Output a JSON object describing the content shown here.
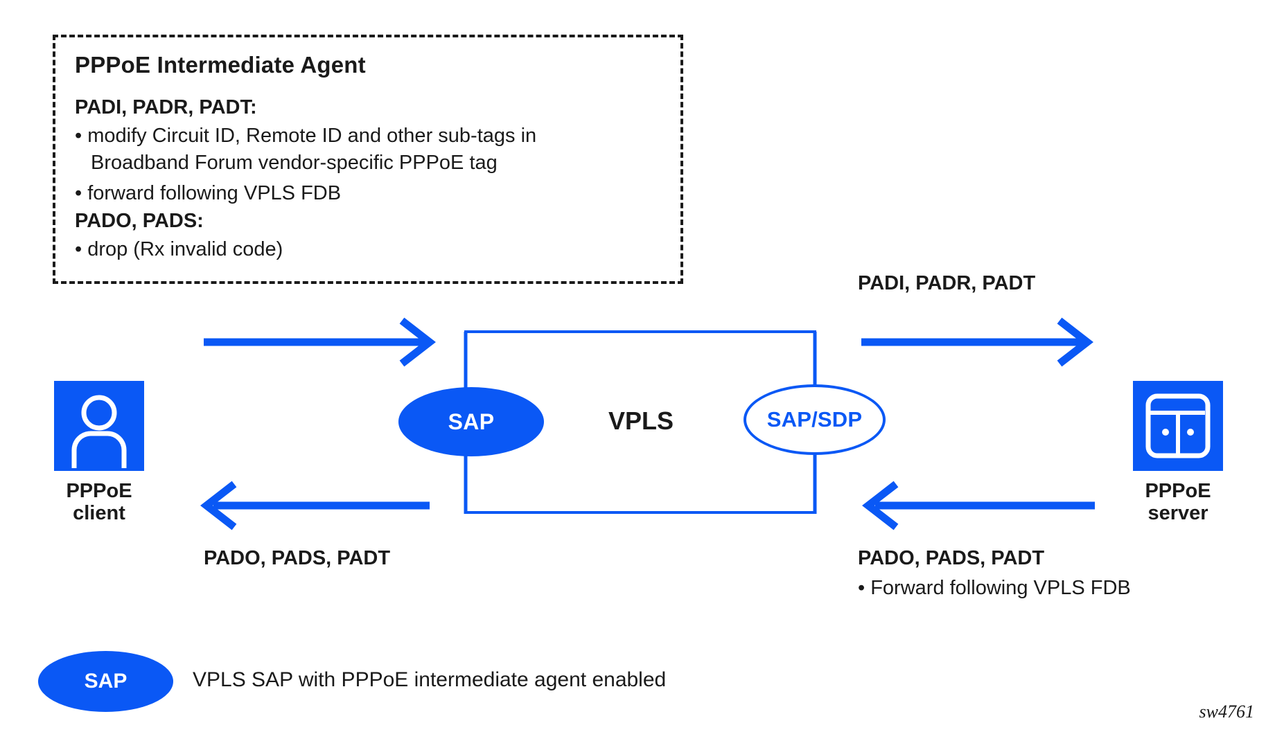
{
  "figure": {
    "id_label": "sw4761",
    "accent_color": "#0a58f5",
    "ink_color": "#1a1a1a"
  },
  "agent_box": {
    "title": "PPPoE Intermediate Agent",
    "heading_1": "PADI, PADR, PADT:",
    "bullet_1_line_1": "• modify Circuit ID, Remote ID and other sub-tags in",
    "bullet_1_line_2": "Broadband Forum vendor-specific PPPoE tag",
    "bullet_2": "• forward following VPLS FDB",
    "heading_2": "PADO, PADS:",
    "bullet_3": "• drop (Rx invalid code)"
  },
  "nodes": {
    "client": {
      "icon": "user-icon",
      "label_line_1": "PPPoE",
      "label_line_2": "client"
    },
    "server": {
      "icon": "server-icon",
      "label_line_1": "PPPoE",
      "label_line_2": "server"
    },
    "vpls": {
      "label": "VPLS"
    },
    "sap": {
      "label": "SAP",
      "style": "filled"
    },
    "sap_sdp": {
      "label": "SAP/SDP",
      "style": "outlined"
    }
  },
  "flows": {
    "right_top": "PADI, PADR, PADT",
    "left_bottom": "PADO, PADS, PADT",
    "right_bottom": "PADO, PADS, PADT",
    "right_bottom_detail": "• Forward following VPLS FDB"
  },
  "legend": {
    "badge_label": "SAP",
    "description": "VPLS SAP with PPPoE intermediate agent enabled"
  }
}
